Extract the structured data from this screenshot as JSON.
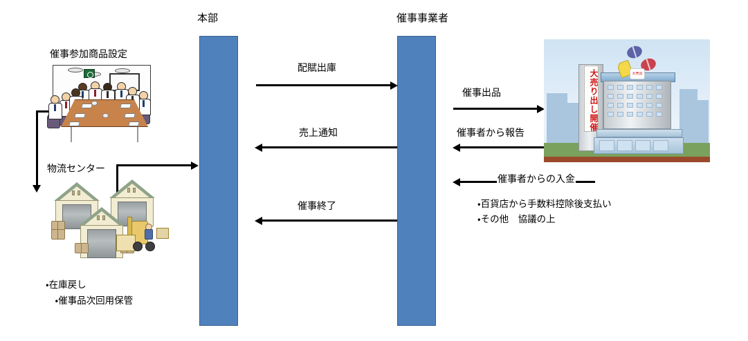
{
  "diagram": {
    "title_headers": {
      "headquarters": "本部",
      "event_operator": "催事事業者"
    },
    "left_column": {
      "meeting_label": "催事参加商品設定",
      "logistics_label": "物流センター",
      "bullets": [
        "・在庫戻し",
        "　・催事品次回用保管"
      ]
    },
    "center_flows": [
      {
        "label": "配賦出庫",
        "direction": "right"
      },
      {
        "label": "売上通知",
        "direction": "left"
      },
      {
        "label": "催事終了",
        "direction": "left"
      }
    ],
    "right_flows": [
      {
        "label": "催事出品",
        "direction": "right"
      },
      {
        "label": "催事者から報告",
        "direction": "left"
      },
      {
        "label": "催事者からの入金",
        "direction": "left"
      }
    ],
    "right_bullets": [
      "・百貨店から手数料控除後支払い",
      "・その他　協議の上"
    ],
    "store_banner": "大売り出し開催中!!",
    "store_tag": "大売出",
    "colors": {
      "lifeline_fill": "#4f81bd",
      "lifeline_border": "#385d8a",
      "arrow": "#000000",
      "banner_text": "#d01616"
    }
  }
}
